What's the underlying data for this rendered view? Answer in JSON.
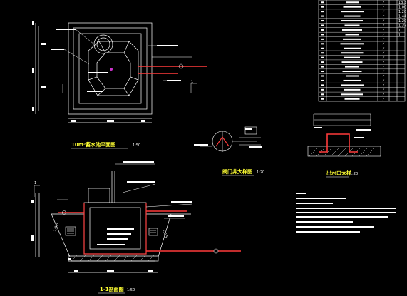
{
  "drawing": {
    "plan_title": "10m³蓄水池平面图",
    "plan_scale": "1:50",
    "section_title": "1-1剖面图",
    "section_scale": "1:50",
    "valve_detail_title": "阀门井大样图",
    "valve_detail_scale": "1:20",
    "outlet_detail_title": "出水口大样",
    "outlet_detail_scale": "1:20",
    "section_mark": "1",
    "slope_left": "1:0.5",
    "slope_right": "1:0.5",
    "table_values": [
      "13.3",
      "1.00",
      "1.20",
      "1.44",
      "1.20",
      "1.37",
      "1",
      "1"
    ]
  },
  "colors": {
    "background": "#000000",
    "line": "#ffffff",
    "pipe": "#ff3b3b",
    "wall": "#ff4444",
    "highlight": "#ffff33",
    "accent": "#cc33cc"
  }
}
